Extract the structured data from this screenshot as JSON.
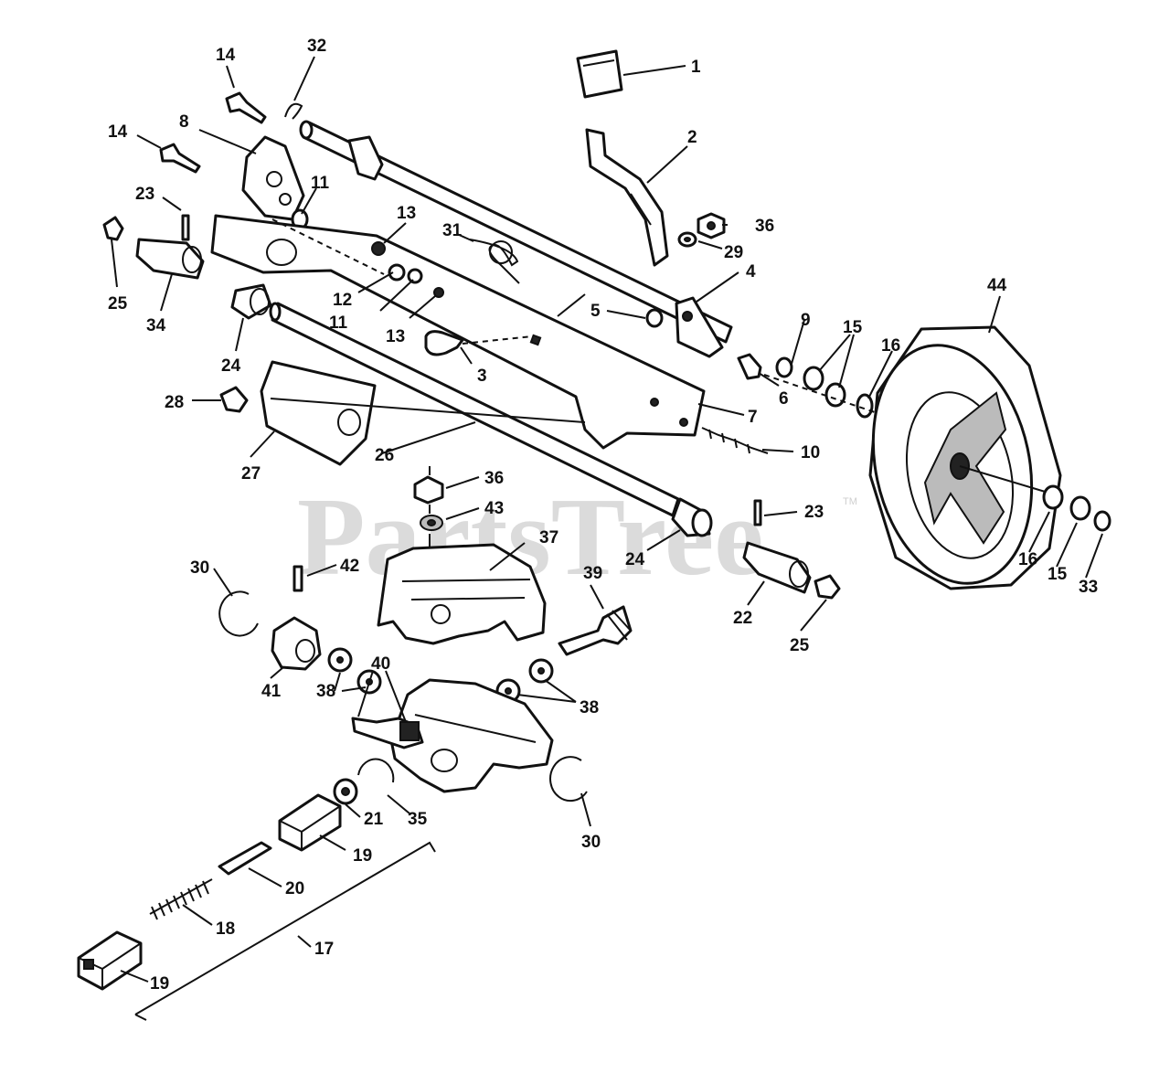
{
  "watermark": {
    "brand": "PartsTree",
    "mark": "TM"
  },
  "part_labels": [
    "1",
    "2",
    "3",
    "4",
    "5",
    "6",
    "7",
    "8",
    "9",
    "10",
    "11",
    "12",
    "13",
    "14",
    "15",
    "16",
    "17",
    "18",
    "19",
    "20",
    "21",
    "22",
    "23",
    "24",
    "25",
    "26",
    "27",
    "28",
    "29",
    "30",
    "31",
    "32",
    "33",
    "34",
    "35",
    "36",
    "37",
    "38",
    "39",
    "40",
    "41",
    "42",
    "43",
    "44"
  ]
}
